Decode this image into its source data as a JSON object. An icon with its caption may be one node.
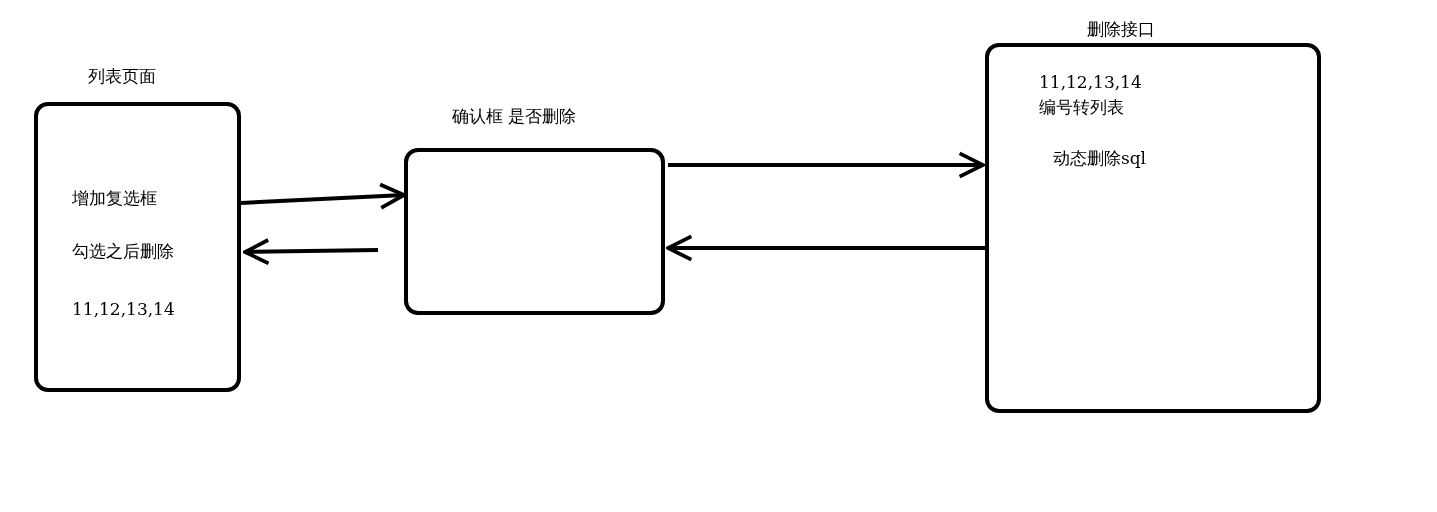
{
  "diagram": {
    "nodes": [
      {
        "text": [
          "列表页面",
          "增加复选框",
          "勾选之后删除",
          "11,12,13,14"
        ]
      },
      {
        "text": [
          "确认框 是否删除"
        ]
      },
      {
        "text": [
          "删除接口",
          "11,12,13,14",
          "编号转列表",
          "动态删除sql"
        ]
      }
    ],
    "edges": [
      {
        "from": 0,
        "to": 1,
        "arrow": "to"
      },
      {
        "from": 1,
        "to": 0,
        "arrow": "to"
      },
      {
        "from": 1,
        "to": 2,
        "arrow": "to"
      },
      {
        "from": 2,
        "to": 1,
        "arrow": "to"
      }
    ]
  }
}
